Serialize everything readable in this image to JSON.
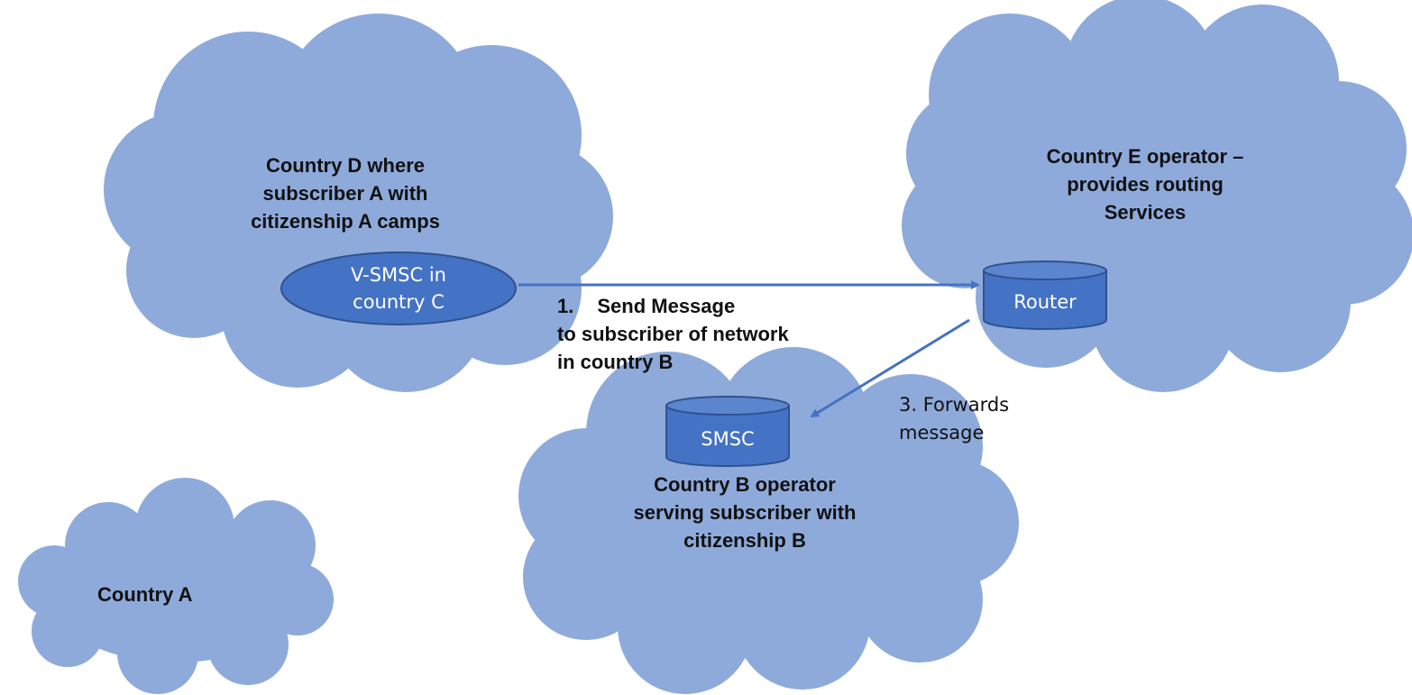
{
  "colors": {
    "cloud_fill": "#8eaadb",
    "node_fill": "#4472c4",
    "node_stroke": "#2f528f",
    "arrow": "#4472c4",
    "text": "#111111",
    "node_text": "#ffffff"
  },
  "clouds": {
    "country_d": {
      "label_lines": [
        "Country D where",
        "subscriber A with",
        "citizenship A camps"
      ]
    },
    "country_e": {
      "label_lines": [
        "Country E operator –",
        "provides routing",
        "Services"
      ]
    },
    "country_b": {
      "label_lines": [
        "Country B operator",
        "serving subscriber with",
        "citizenship B"
      ]
    },
    "country_a": {
      "label_lines": [
        "Country A"
      ]
    }
  },
  "nodes": {
    "vsmsc": {
      "shape": "ellipse",
      "label_lines": [
        "V-SMSC in",
        "country C"
      ]
    },
    "router": {
      "shape": "cylinder",
      "label": "Router"
    },
    "smsc": {
      "shape": "cylinder",
      "label": "SMSC"
    }
  },
  "arrows": {
    "send": {
      "from": "V-SMSC in country C",
      "to": "Router",
      "number": "1.",
      "title": "Send Message",
      "lines": [
        "to subscriber of network",
        "in country B"
      ]
    },
    "forward": {
      "from": "Router",
      "to": "SMSC",
      "lines": [
        "3. Forwards",
        "message"
      ]
    }
  }
}
